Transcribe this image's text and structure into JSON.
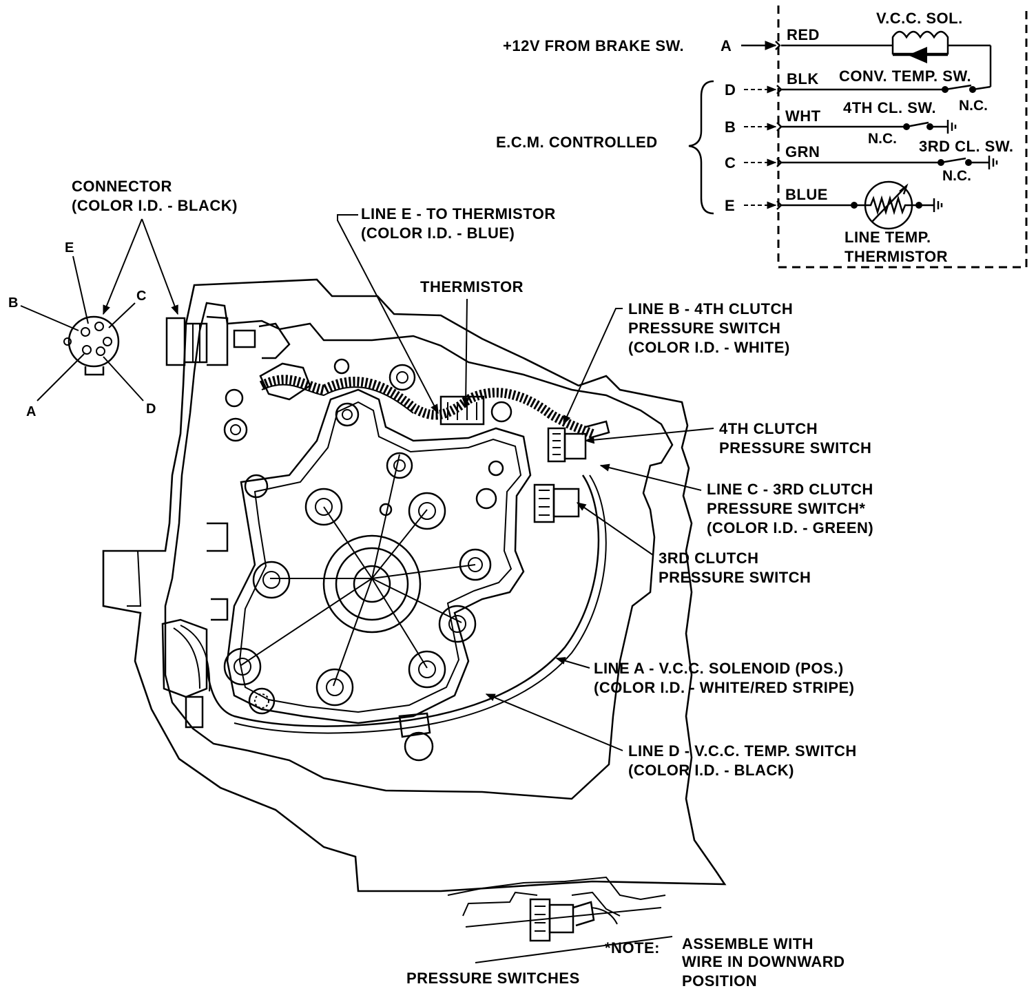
{
  "schematic": {
    "brake": "+12V FROM BRAKE SW.",
    "ecm": "E.C.M. CONTROLLED",
    "pins": [
      "A",
      "D",
      "B",
      "C",
      "E"
    ],
    "wires": [
      "RED",
      "BLK",
      "WHT",
      "GRN",
      "BLUE"
    ],
    "vcc_sol": "V.C.C. SOL.",
    "conv_temp_sw": "CONV. TEMP. SW.",
    "fourth_cl_sw": "4TH CL. SW.",
    "third_cl_sw": "3RD CL. SW.",
    "nc": "N.C.",
    "thermistor_line1": "LINE TEMP.",
    "thermistor_line2": "THERMISTOR"
  },
  "connector": {
    "title_line1": "CONNECTOR",
    "title_line2": "(COLOR I.D. - BLACK)",
    "pins": {
      "a": "A",
      "b": "B",
      "c": "C",
      "d": "D",
      "e": "E"
    }
  },
  "callouts": {
    "line_e_1": "LINE E - TO THERMISTOR",
    "line_e_2": "(COLOR I.D. - BLUE)",
    "thermistor": "THERMISTOR",
    "line_b_1": "LINE B - 4TH CLUTCH",
    "line_b_2": "PRESSURE SWITCH",
    "line_b_3": "(COLOR I.D. - WHITE)",
    "fourth_1": "4TH CLUTCH",
    "fourth_2": "PRESSURE SWITCH",
    "line_c_1": "LINE C - 3RD CLUTCH",
    "line_c_2": "PRESSURE SWITCH*",
    "line_c_3": "(COLOR I.D. - GREEN)",
    "third_1": "3RD CLUTCH",
    "third_2": "PRESSURE SWITCH",
    "line_a_1": "LINE A - V.C.C. SOLENOID (POS.)",
    "line_a_2": "(COLOR I.D. - WHITE/RED STRIPE)",
    "line_d_1": "LINE D - V.C.C. TEMP. SWITCH",
    "line_d_2": "(COLOR I.D. - BLACK)"
  },
  "note": {
    "star": "*NOTE:",
    "line1": "ASSEMBLE WITH",
    "line2": "WIRE IN DOWNWARD",
    "line3": "POSITION"
  },
  "inset_label": "PRESSURE SWITCHES"
}
